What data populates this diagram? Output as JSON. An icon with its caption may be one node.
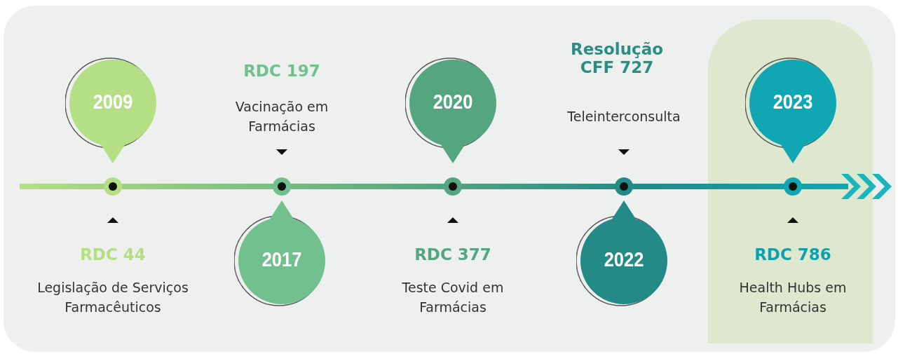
{
  "diagram": {
    "nodes": [
      {
        "text": [
          "2009"
        ],
        "beside": [
          "RDC 44",
          "Legislação de Serviços Farmacêuticos"
        ]
      },
      {
        "text": [
          "2017"
        ],
        "beside": [
          "RDC 197",
          "Vacinação em Farmácias"
        ]
      },
      {
        "text": [
          "2020"
        ],
        "beside": [
          "RDC 377",
          "Teste Covid em Farmácias"
        ]
      },
      {
        "text": [
          "2022"
        ],
        "beside": [
          "Resolução CFF 727",
          "Teleinterconsulta"
        ]
      },
      {
        "text": [
          "2023"
        ],
        "beside": [
          "RDC 786",
          "Health Hubs em Farmácias"
        ]
      }
    ]
  }
}
